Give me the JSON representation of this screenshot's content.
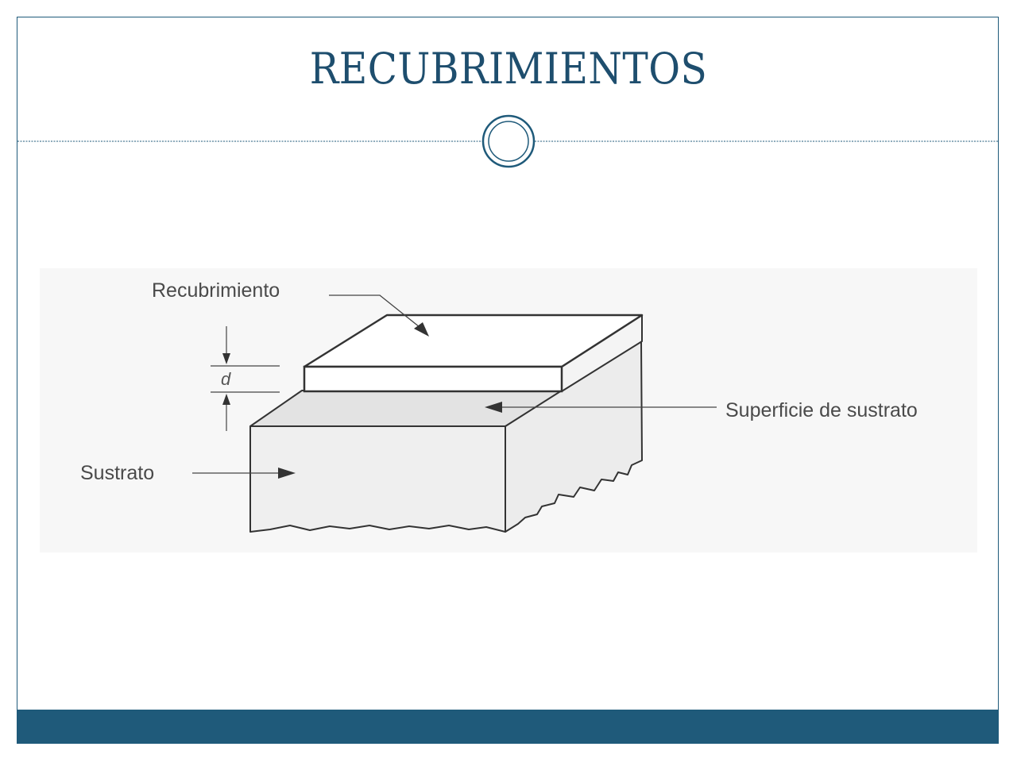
{
  "slide": {
    "title": "RECUBRIMIENTOS"
  },
  "diagram": {
    "labels": {
      "coating": "Recubrimiento",
      "thickness": "d",
      "substrate_surface": "Superficie de sustrato",
      "substrate": "Sustrato"
    }
  },
  "colors": {
    "accent": "#1f5a7a",
    "title": "#1e4e6e",
    "line": "#333333",
    "coating_fill": "#ffffff",
    "substrate_fill": "#ededed"
  }
}
